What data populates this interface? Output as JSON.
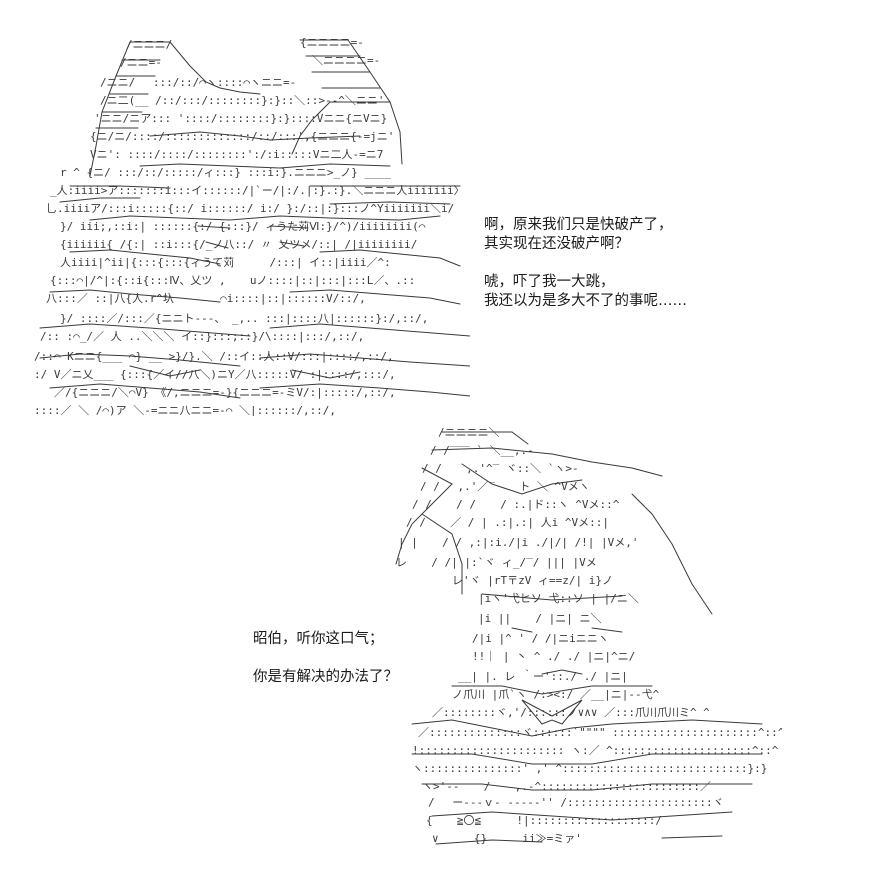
{
  "dialogue_top": {
    "lines": [
      "啊，原来我们只是快破产了，",
      "其实现在还没破产啊？",
      "",
      "唬，吓了我一大跳，",
      "我还以为是多大不了的事呢……"
    ]
  },
  "dialogue_bottom": {
    "lines": [
      "昭伯，听你这口气；",
      "",
      "你是有解决的办法了？"
    ]
  },
  "colors": {
    "background": "#ffffff",
    "ink": "#1a1a1a",
    "art": "#3a3a3a"
  },
  "art": {
    "top_left": "ascii-art-two-characters",
    "bottom_right": "ascii-art-girl-with-hat"
  }
}
